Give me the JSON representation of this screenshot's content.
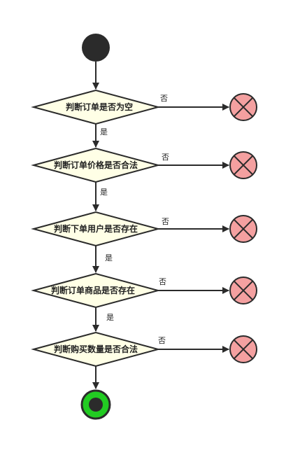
{
  "diagram": {
    "decisions": [
      {
        "label": "判断订单是否为空",
        "yes_label": "是",
        "no_label": "否"
      },
      {
        "label": "判断订单价格是否合法",
        "yes_label": "是",
        "no_label": "否"
      },
      {
        "label": "判断下单用户是否存在",
        "yes_label": "是",
        "no_label": "否"
      },
      {
        "label": "判断订单商品是否存在",
        "yes_label": "是",
        "no_label": "否"
      },
      {
        "label": "判断购买数量是否合法",
        "yes_label": "",
        "no_label": "否"
      }
    ]
  },
  "colors": {
    "start_fill": "#2b2b2b",
    "decision_fill": "#ffffe6",
    "stroke": "#2b2b2b",
    "terminate_fill": "#f4a0a0",
    "end_ring": "#22cc22",
    "end_core": "#2b2b2b"
  }
}
